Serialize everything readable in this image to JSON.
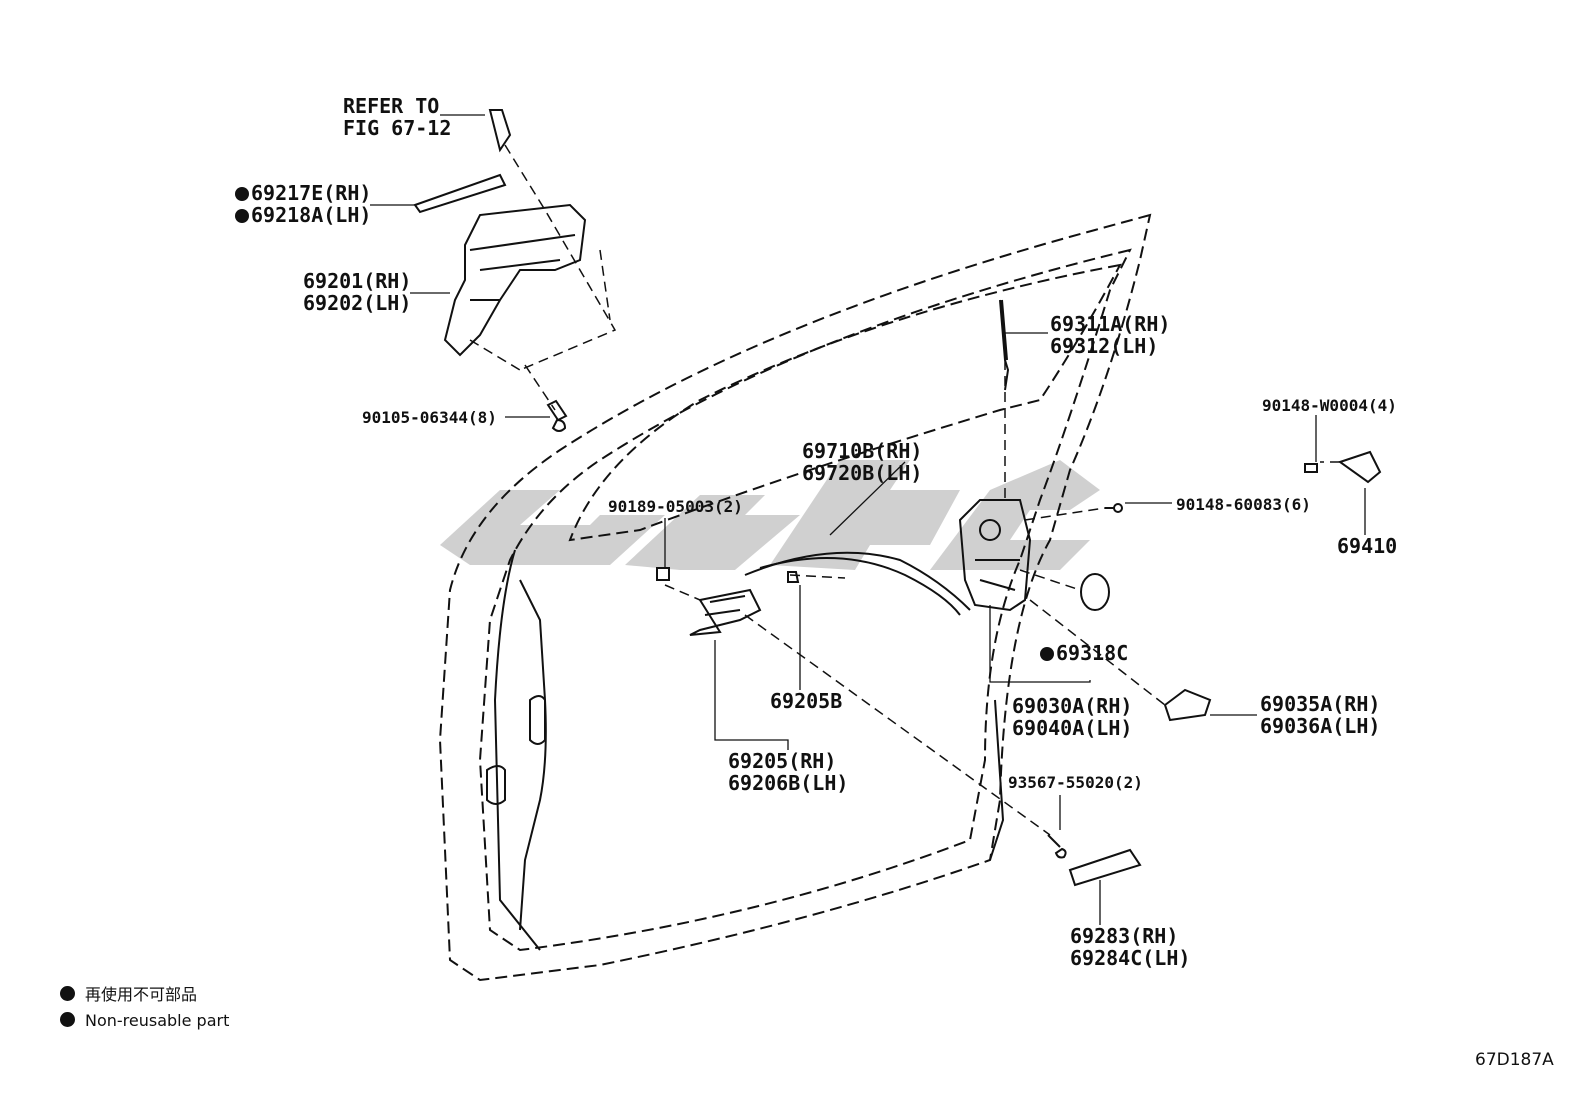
{
  "labels": {
    "refer_to": "REFER TO",
    "refer_fig": "FIG 67-12",
    "p69217e": "69217E(RH)",
    "p69218a": "69218A(LH)",
    "p69201": "69201(RH)",
    "p69202": "69202(LH)",
    "p90105": "90105-06344(8)",
    "p69311a": "69311A(RH)",
    "p69312": "69312(LH)",
    "p90148_w": "90148-W0004(4)",
    "p69710b": "69710B(RH)",
    "p69720b": "69720B(LH)",
    "p90189": "90189-05003(2)",
    "p90148_6": "90148-60083(6)",
    "p69410": "69410",
    "p69318c": "69318C",
    "p69205b": "69205B",
    "p69030a": "69030A(RH)",
    "p69040a": "69040A(LH)",
    "p69035a": "69035A(RH)",
    "p69036a": "69036A(LH)",
    "p69205": "69205(RH)",
    "p69206b": "69206B(LH)",
    "p93567": "93567-55020(2)",
    "p69283": "69283(RH)",
    "p69284c": "69284C(LH)"
  },
  "legend": {
    "jp": "再使用不可部品",
    "en": "Non-reusable part"
  },
  "figure_code": "67D187A",
  "colors": {
    "ink": "#111111",
    "watermark": "#c8c8c8"
  }
}
